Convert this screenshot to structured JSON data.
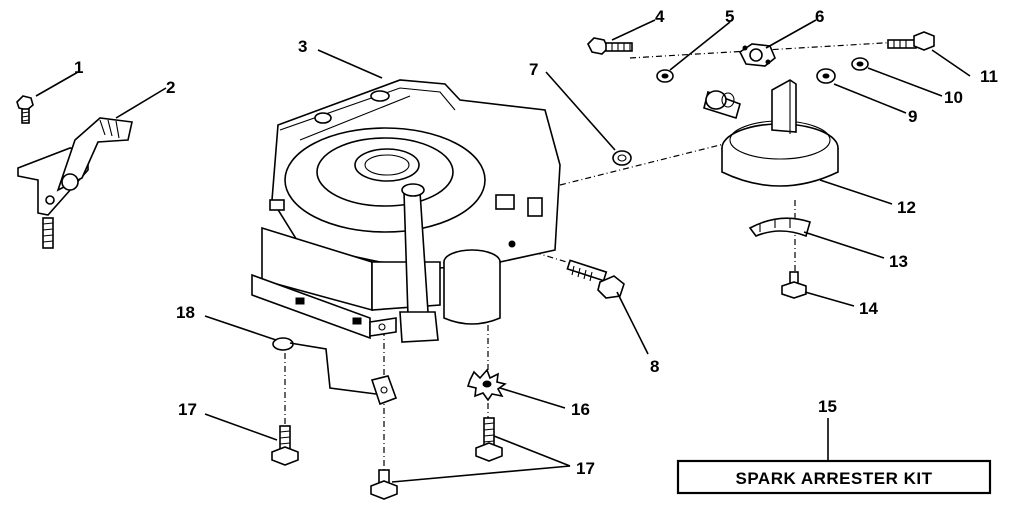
{
  "callouts": [
    "1",
    "2",
    "3",
    "4",
    "5",
    "6",
    "7",
    "8",
    "9",
    "10",
    "11",
    "12",
    "13",
    "14",
    "15",
    "16",
    "17",
    "17",
    "18"
  ],
  "kit_label": "SPARK ARRESTER KIT",
  "colors": {
    "ink": "#000000",
    "paper": "#ffffff"
  }
}
